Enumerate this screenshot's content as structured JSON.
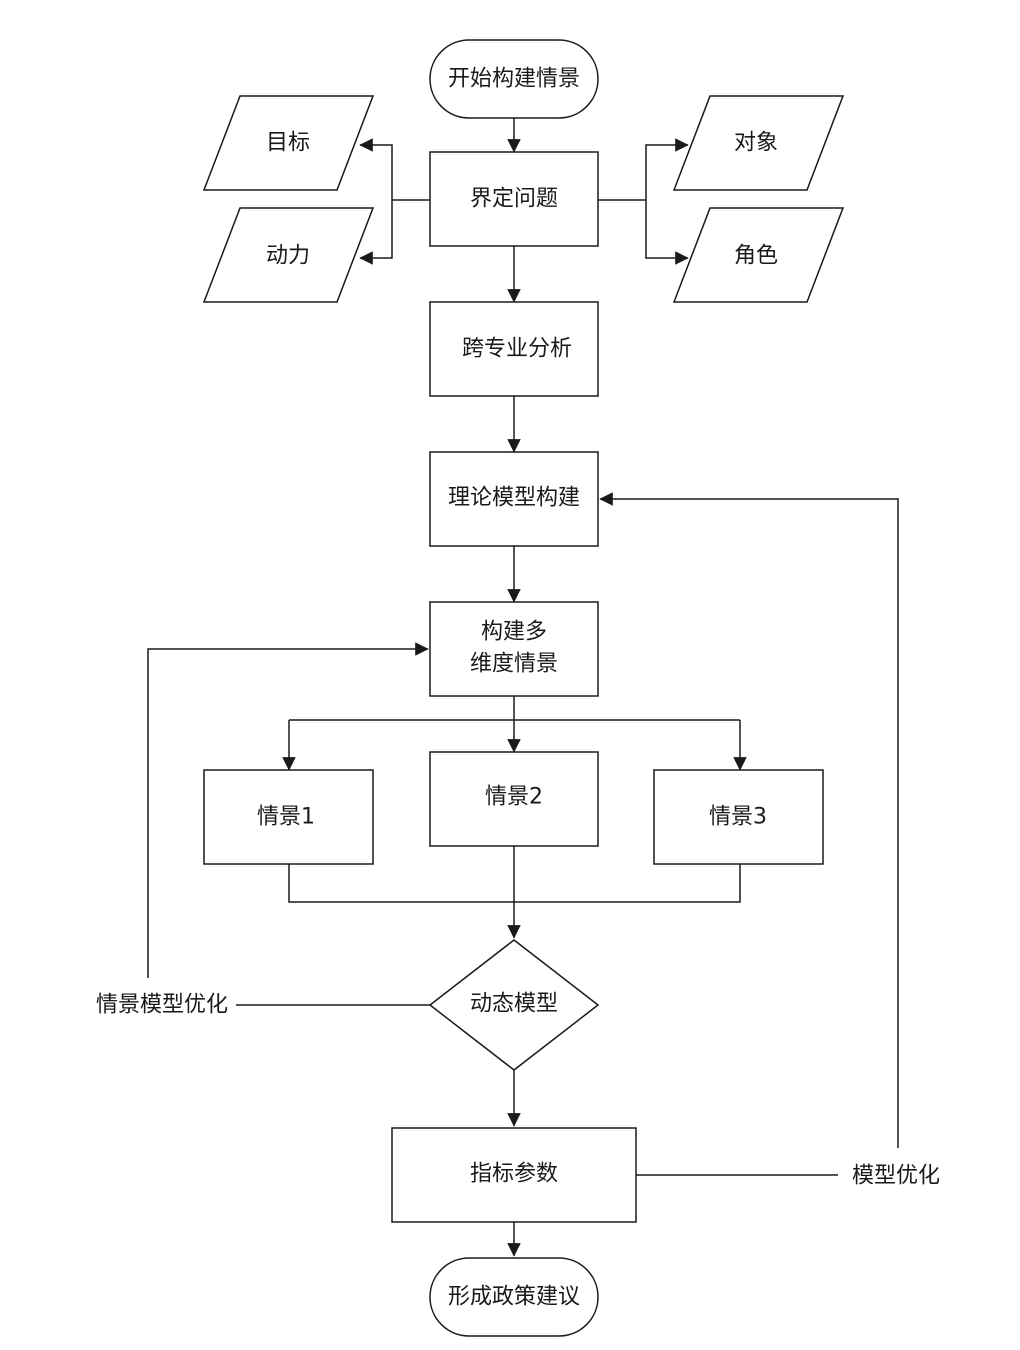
{
  "nodes": {
    "start": "开始构建情景",
    "define": "界定问题",
    "goal": "目标",
    "driver": "动力",
    "object": "对象",
    "role": "角色",
    "cross": "跨专业分析",
    "theory": "理论模型构建",
    "multi_line1": "构建多",
    "multi_line2": "维度情景",
    "s1": "情景1",
    "s2": "情景2",
    "s3": "情景3",
    "dynamic": "动态模型",
    "index": "指标参数",
    "end": "形成政策建议"
  },
  "feedback": {
    "scenario_opt": "情景模型优化",
    "model_opt": "模型优化"
  },
  "colors": {
    "stroke": "#1a1a1a",
    "fill": "#ffffff"
  }
}
